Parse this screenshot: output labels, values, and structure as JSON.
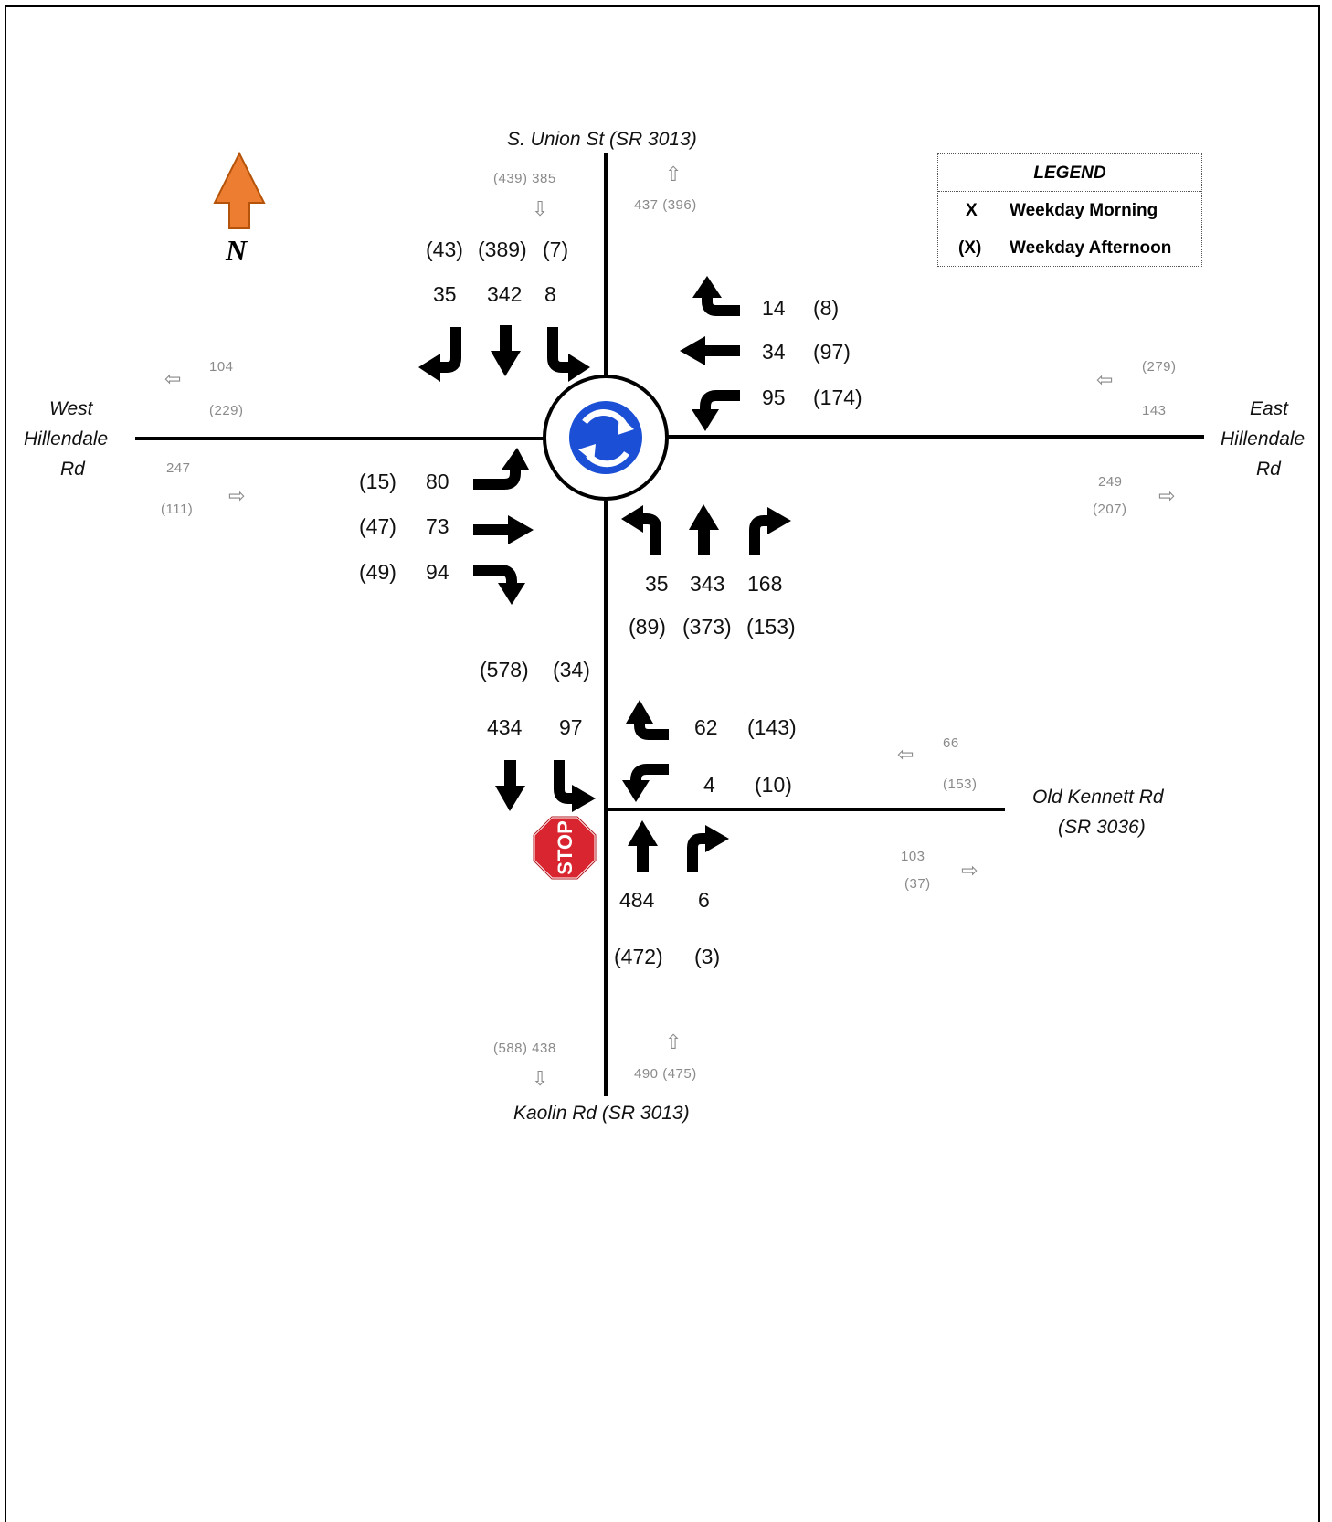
{
  "roads": {
    "north": "S. Union St (SR 3013)",
    "south": "Kaolin Rd (SR 3013)",
    "west": [
      "West",
      "Hillendale",
      "Rd"
    ],
    "east": [
      "East",
      "Hillendale",
      "Rd"
    ],
    "southeast": [
      "Old Kennett Rd",
      "(SR 3036)"
    ]
  },
  "north_label": "N",
  "legend": {
    "title": "LEGEND",
    "rows": [
      {
        "symbol": "X",
        "label": "Weekday Morning"
      },
      {
        "symbol": "(X)",
        "label": "Weekday Afternoon"
      }
    ]
  },
  "colors": {
    "north_arrow": "#ED7D31",
    "roundabout": "#1A4FD6",
    "stop_sign": "#D9252F"
  },
  "movements": {
    "southbound_roundabout": {
      "pm": [
        "(43)",
        "(389)",
        "(7)"
      ],
      "am": [
        "35",
        "342",
        "8"
      ]
    },
    "westbound": [
      {
        "am": "14",
        "pm": "(8)"
      },
      {
        "am": "34",
        "pm": "(97)"
      },
      {
        "am": "95",
        "pm": "(174)"
      }
    ],
    "eastbound": [
      {
        "pm": "(15)",
        "am": "80"
      },
      {
        "pm": "(47)",
        "am": "73"
      },
      {
        "pm": "(49)",
        "am": "94"
      }
    ],
    "northbound_roundabout": {
      "am": [
        "35",
        "343",
        "168"
      ],
      "pm": [
        "(89)",
        "(373)",
        "(153)"
      ]
    },
    "southbound_stop": {
      "pm": [
        "(578)",
        "(34)"
      ],
      "am": [
        "434",
        "97"
      ]
    },
    "old_kennett_westbound": [
      {
        "am": "62",
        "pm": "(143)"
      },
      {
        "am": "4",
        "pm": "(10)"
      }
    ],
    "northbound_stop": {
      "am": [
        "484",
        "6"
      ],
      "pm": [
        "(472)",
        "(3)"
      ]
    }
  },
  "link_volumes": {
    "north_in": "(439) 385",
    "north_out": "437  (396)",
    "west_out": [
      "104",
      "(229)"
    ],
    "west_in": [
      "247",
      "(111)"
    ],
    "east_out": [
      "(279)",
      "143"
    ],
    "east_in": [
      "249",
      "(207)"
    ],
    "kennett_out": [
      "66",
      "(153)"
    ],
    "kennett_in": [
      "103",
      "(37)"
    ],
    "south_in": "(588) 438",
    "south_out": "490  (475)"
  },
  "stop_sign_text": "STOP"
}
